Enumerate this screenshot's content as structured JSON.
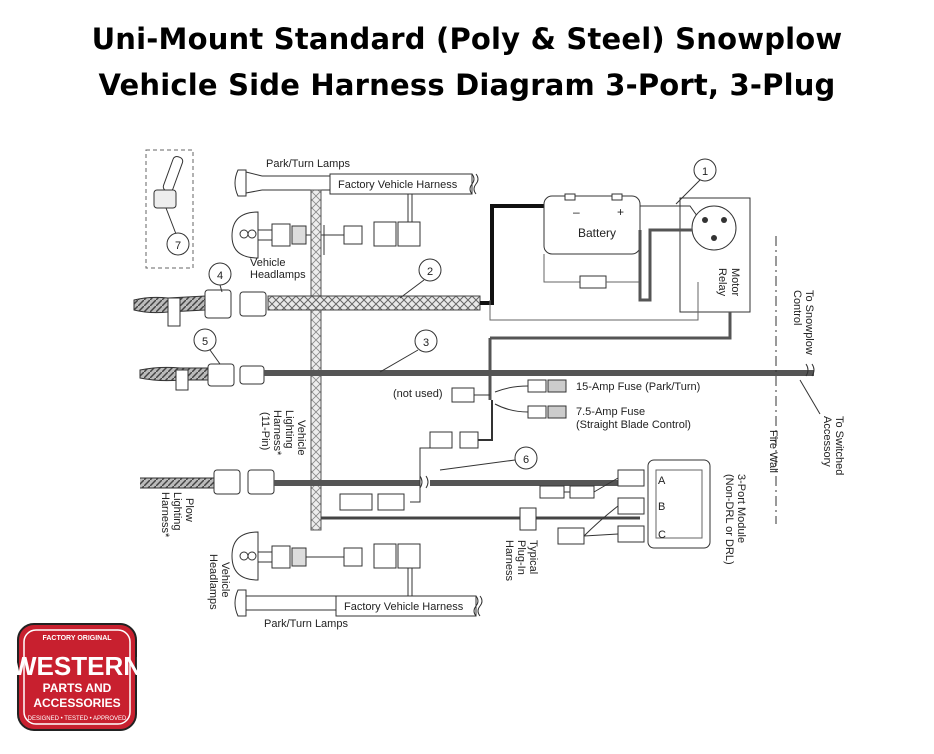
{
  "title_line1": "Uni-Mount Standard (Poly & Steel) Snowplow",
  "title_line2": "Vehicle Side Harness Diagram 3-Port, 3-Plug",
  "labels": {
    "park_turn_top": "Park/Turn Lamps",
    "factory_harness_top": "Factory Vehicle Harness",
    "vehicle_headlamps_top_1": "Vehicle",
    "vehicle_headlamps_top_2": "Headlamps",
    "battery": "Battery",
    "battery_neg": "–",
    "battery_pos": "+",
    "motor_relay_1": "Motor",
    "motor_relay_2": "Relay",
    "to_snowplow_1": "To Snowplow",
    "to_snowplow_2": "Control",
    "to_switched_1": "To Switched",
    "to_switched_2": "Accessory",
    "not_used": "(not used)",
    "fuse_15": "15-Amp Fuse (Park/Turn)",
    "fuse_75_1": "7.5-Amp Fuse",
    "fuse_75_2": "(Straight Blade Control)",
    "vlh_1": "Vehicle",
    "vlh_2": "Lighting",
    "vlh_3": "Harness*",
    "vlh_4": "(11-Pin)",
    "fire_wall": "Fire Wall",
    "plow_lighting_1": "Plow",
    "plow_lighting_2": "Lighting",
    "plow_lighting_3": "Harness*",
    "module_1": "3-Port Module",
    "module_2": "(Non-DRL or DRL)",
    "port_a": "A",
    "port_b": "B",
    "port_c": "C",
    "typical_1": "Typical",
    "typical_2": "Plug-In",
    "typical_3": "Harness",
    "vehicle_headlamps_bottom_1": "Vehicle",
    "vehicle_headlamps_bottom_2": "Headlamps",
    "factory_harness_bottom": "Factory Vehicle Harness",
    "park_turn_bottom": "Park/Turn Lamps"
  },
  "callouts": [
    "1",
    "2",
    "3",
    "4",
    "5",
    "6",
    "7"
  ],
  "logo": {
    "top_text": "FACTORY ORIGINAL",
    "brand": "WESTERN",
    "sub1": "PARTS AND",
    "sub2": "ACCESSORIES",
    "bottom_text": "DESIGNED • TESTED • APPROVED"
  },
  "colors": {
    "logo_red": "#c8202f",
    "wire_dark": "#333333",
    "wire_gray": "#777777"
  }
}
